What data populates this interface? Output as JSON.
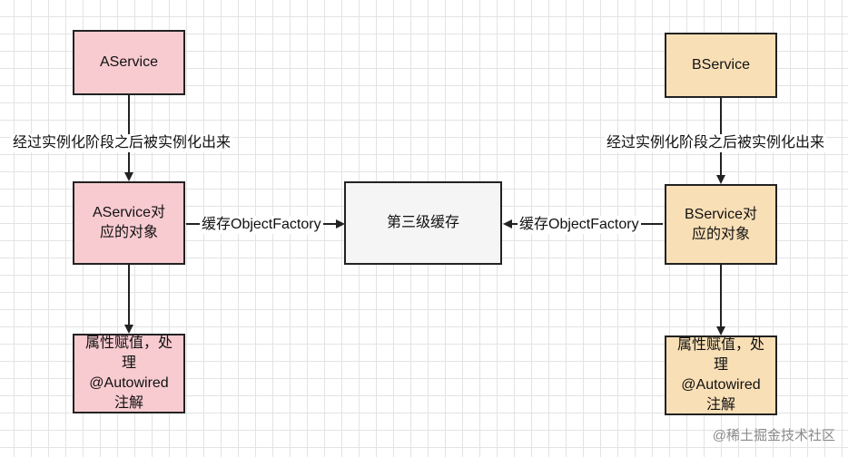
{
  "nodes": {
    "a_service": "AService",
    "a_object": "AService对应的对象",
    "a_props": "属性赋值，处理@Autowired注解",
    "b_service": "BService",
    "b_object": "BService对应的对象",
    "b_props": "属性赋值，处理@Autowired注解",
    "third_cache": "第三级缓存"
  },
  "edges": {
    "a_instantiate": "经过实例化阶段之后被实例化出来",
    "b_instantiate": "经过实例化阶段之后被实例化出来",
    "a_cache": "缓存ObjectFactory",
    "b_cache": "缓存ObjectFactory"
  },
  "watermark": "@稀土掘金技术社区",
  "colors": {
    "a_fill": "#f8cbd0",
    "b_fill": "#f9dfb6",
    "cache_fill": "#f5f5f5",
    "stroke": "#222222"
  }
}
